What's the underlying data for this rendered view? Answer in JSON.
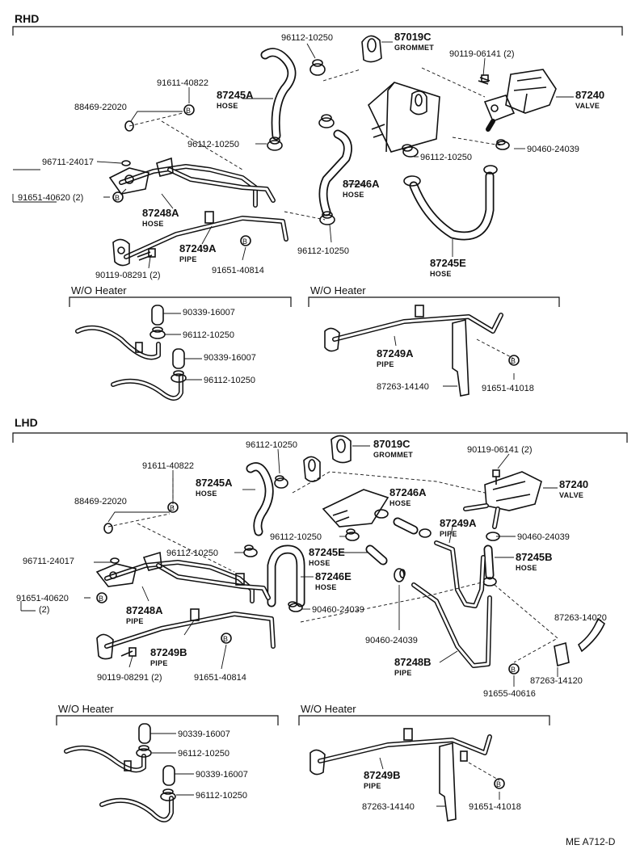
{
  "sections": {
    "rhd": "RHD",
    "lhd": "LHD"
  },
  "footer": {
    "code": "ME  A712-D"
  },
  "rhd": {
    "wo1": "W/O  Heater",
    "wo2": "W/O  Heater",
    "p_96112_top": "96112-10250",
    "p_87019c": "87019C",
    "p_87019c_sub": "GROMMET",
    "p_90119_06141": "90119-06141 (2)",
    "p_91611": "91611-40822",
    "p_87245a": "87245A",
    "p_87245a_sub": "HOSE",
    "p_87240": "87240",
    "p_87240_sub": "VALVE",
    "p_88469": "88469-22020",
    "p_96112_mid": "96112-10250",
    "p_90460": "90460-24039",
    "p_96711": "96711-24017",
    "p_96112_r": "96112-10250",
    "p_87246a": "87246A",
    "p_87246a_sub": "HOSE",
    "p_91651_40620": "91651-40620 (2)",
    "p_87248a": "87248A",
    "p_87248a_sub": "HOSE",
    "p_87249a": "87249A",
    "p_87249a_sub": "PIPE",
    "p_96112_low": "96112-10250",
    "p_87245e": "87245E",
    "p_87245e_sub": "HOSE",
    "p_90119_08291": "90119-08291 (2)",
    "p_91651_40814": "91651-40814",
    "w_90339_a": "90339-16007",
    "w_96112_a": "96112-10250",
    "w_90339_b": "90339-16007",
    "w_96112_b": "96112-10250",
    "w_87249a": "87249A",
    "w_87249a_sub": "PIPE",
    "w_87263": "87263-14140",
    "w_91651": "91651-41018"
  },
  "lhd": {
    "wo1": "W/O  Heater",
    "wo2": "W/O  Heater",
    "p_96112_top": "96112-10250",
    "p_87019c": "87019C",
    "p_87019c_sub": "GROMMET",
    "p_90119_06141": "90119-06141 (2)",
    "p_91611": "91611-40822",
    "p_87245a": "87245A",
    "p_87245a_sub": "HOSE",
    "p_87246a": "87246A",
    "p_87246a_sub": "HOSE",
    "p_87240": "87240",
    "p_87240_sub": "VALVE",
    "p_88469": "88469-22020",
    "p_87249a": "87249A",
    "p_87249a_sub": "PIPE",
    "p_96112_c": "96112-10250",
    "p_90460_r": "90460-24039",
    "p_96711": "96711-24017",
    "p_96112_l": "96112-10250",
    "p_87245e": "87245E",
    "p_87245e_sub": "HOSE",
    "p_87245b": "87245B",
    "p_87245b_sub": "HOSE",
    "p_87246e": "87246E",
    "p_87246e_sub": "HOSE",
    "p_91651_40620": "91651-40620",
    "p_91651_40620_n": "(2)",
    "p_87248a": "87248A",
    "p_87248a_sub": "PIPE",
    "p_90460_c": "90460-24039",
    "p_87263_14020": "87263-14020",
    "p_87249b": "87249B",
    "p_87249b_sub": "PIPE",
    "p_90460_low": "90460-24039",
    "p_87248b": "87248B",
    "p_87248b_sub": "PIPE",
    "p_87263_14120": "87263-14120",
    "p_90119_08291": "90119-08291  (2)",
    "p_91651_40814": "91651-40814",
    "p_91655": "91655-40616",
    "w_90339_a": "90339-16007",
    "w_96112_a": "96112-10250",
    "w_90339_b": "90339-16007",
    "w_96112_b": "96112-10250",
    "w_87249b": "87249B",
    "w_87249b_sub": "PIPE",
    "w_87263": "87263-14140",
    "w_91651": "91651-41018"
  },
  "marker": "B"
}
